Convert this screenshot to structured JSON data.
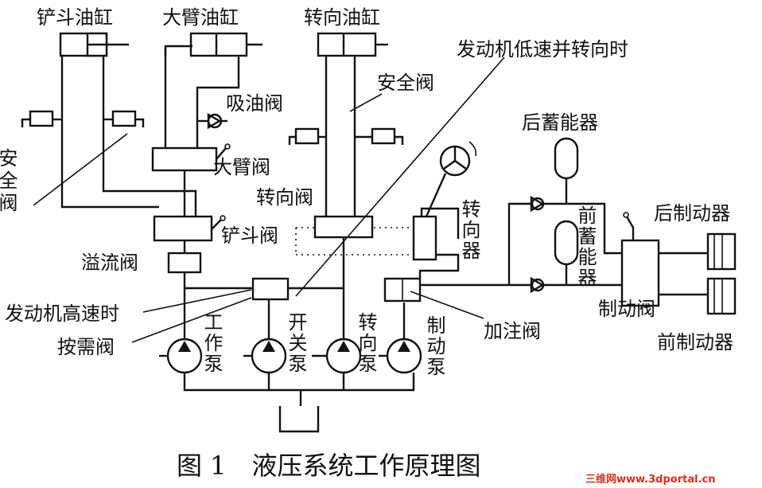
{
  "labels": {
    "bucket_cylinder": "铲斗油缸",
    "boom_cylinder": "大臂油缸",
    "steering_cylinder": "转向油缸",
    "engine_low_speed": "发动机低速并转向时",
    "safety_valve_top": "安全阀",
    "suction_valve": "吸油阀",
    "safety_valve_left": "安全阀",
    "boom_valve": "大臂阀",
    "steering_valve": "转向阀",
    "bucket_valve": "铲斗阀",
    "overflow_valve": "溢流阀",
    "engine_high_speed": "发动机高速时",
    "demand_valve": "按需阀",
    "work_pump": "工作泵",
    "switch_pump": "开关泵",
    "steering_pump": "转向泵",
    "brake_pump": "制动泵",
    "steering_gear": "转向器",
    "filling_valve": "加注阀",
    "rear_accumulator": "后蓄能器",
    "front_accumulator": "前蓄能器",
    "rear_brake": "后制动器",
    "front_brake": "前制动器",
    "brake_valve": "制动阀"
  },
  "caption": "图 1　液压系统工作原理图",
  "watermark": "三维网www.3dportal.cn",
  "colors": {
    "line": "#111111",
    "watermark_red": "#e0301e"
  }
}
